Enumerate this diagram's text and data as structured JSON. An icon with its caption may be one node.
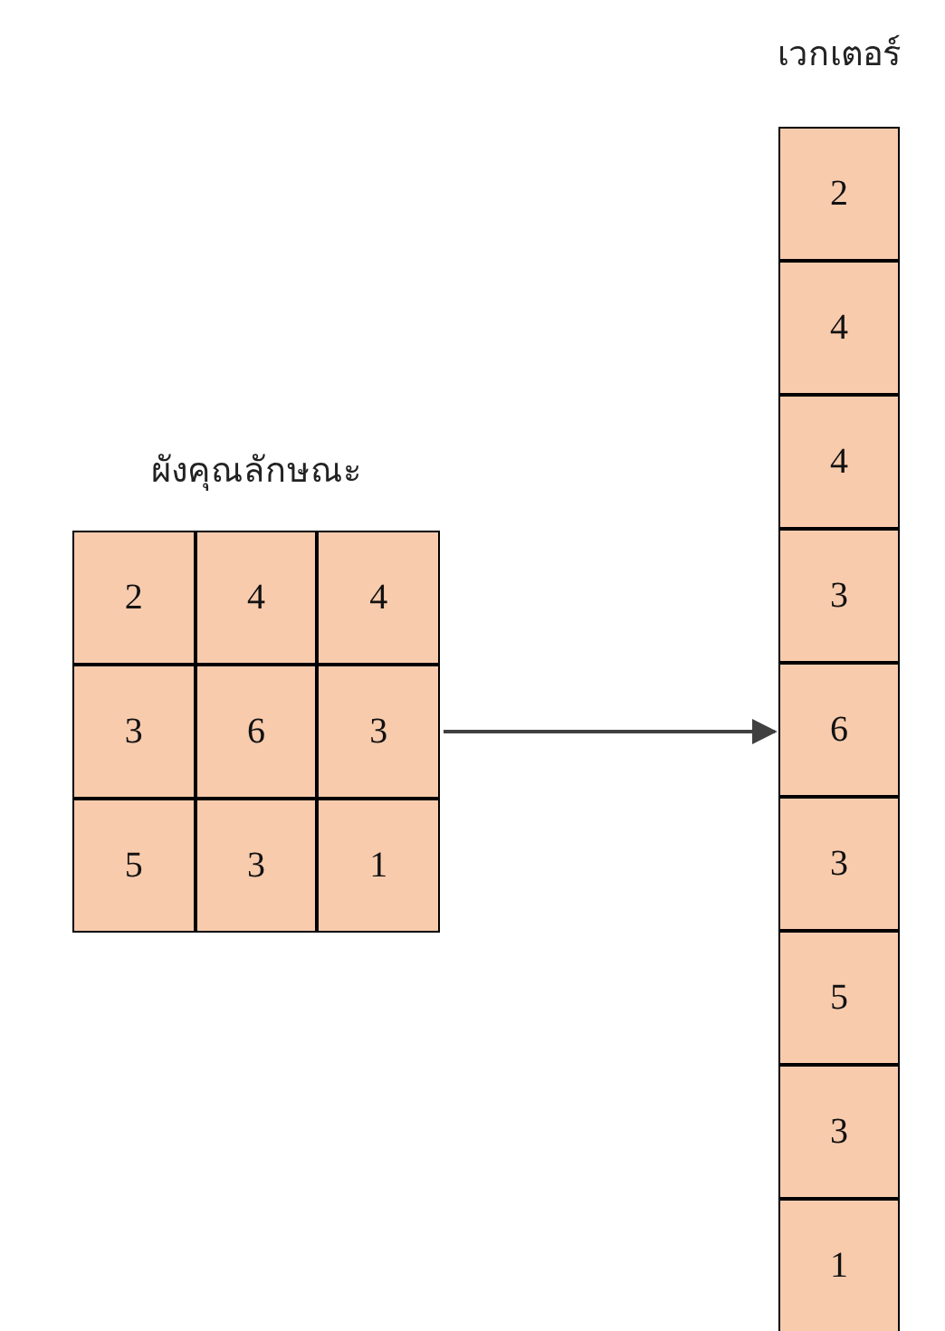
{
  "diagram": {
    "nodes": [
      {
        "text": [
          "ผังคุณลักษณะ"
        ]
      },
      {
        "text": [
          "2"
        ],
        "in": 0
      },
      {
        "text": [
          "4"
        ],
        "in": 0
      },
      {
        "text": [
          "4"
        ],
        "in": 0
      },
      {
        "text": [
          "3"
        ],
        "in": 0
      },
      {
        "text": [
          "6"
        ],
        "in": 0
      },
      {
        "text": [
          "3"
        ],
        "in": 0
      },
      {
        "text": [
          "5"
        ],
        "in": 0
      },
      {
        "text": [
          "3"
        ],
        "in": 0
      },
      {
        "text": [
          "1"
        ],
        "in": 0
      },
      {
        "text": [
          "เวกเตอร์"
        ]
      },
      {
        "text": [
          "2"
        ],
        "in": 10
      },
      {
        "text": [
          "4"
        ],
        "in": 10
      },
      {
        "text": [
          "4"
        ],
        "in": 10
      },
      {
        "text": [
          "3"
        ],
        "in": 10
      },
      {
        "text": [
          "6"
        ],
        "in": 10
      },
      {
        "text": [
          "3"
        ],
        "in": 10
      },
      {
        "text": [
          "5"
        ],
        "in": 10
      },
      {
        "text": [
          "3"
        ],
        "in": 10
      },
      {
        "text": [
          "1"
        ],
        "in": 10
      }
    ],
    "edges": [
      {
        "from": 0,
        "to": 10,
        "arrow": "to"
      }
    ]
  }
}
